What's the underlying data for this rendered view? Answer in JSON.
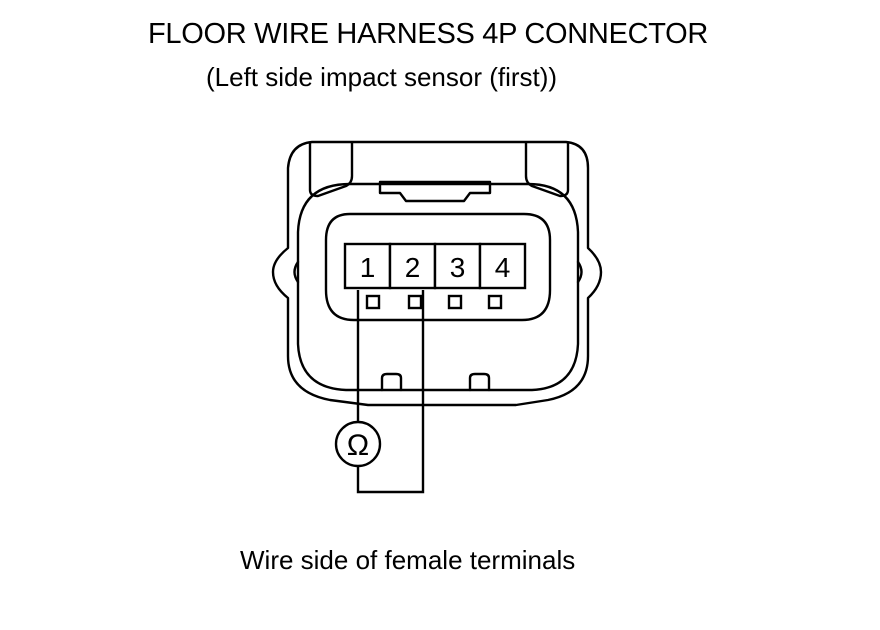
{
  "diagram": {
    "title": "FLOOR WIRE HARNESS 4P CONNECTOR",
    "subtitle": "(Left side impact sensor (first))",
    "caption": "Wire side of female terminals",
    "terminals": [
      "1",
      "2",
      "3",
      "4"
    ],
    "meter_symbol": "Ω",
    "meter_icon": "ohmmeter-icon",
    "probe_terminals": [
      "1",
      "2"
    ]
  }
}
